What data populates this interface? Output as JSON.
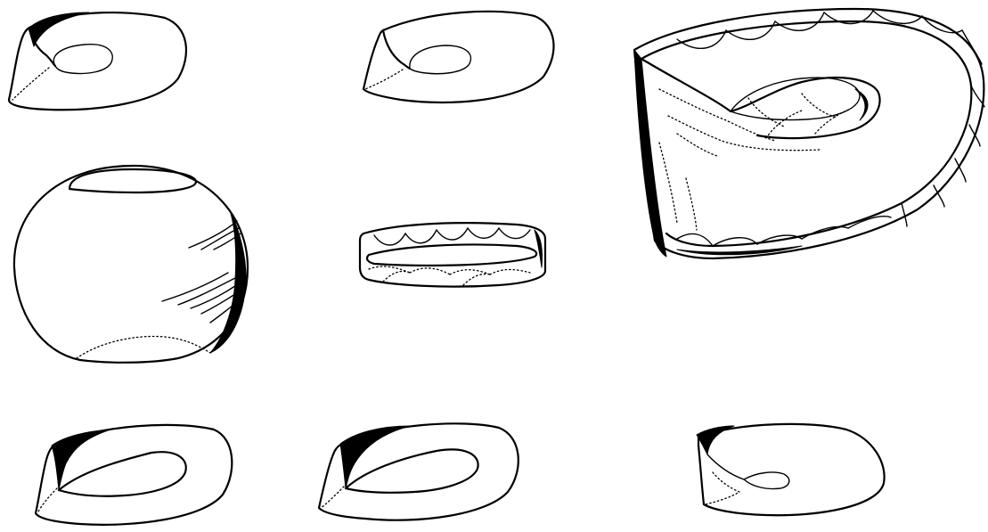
{
  "figures": [
    {
      "id": "surface-top-left"
    },
    {
      "id": "surface-top-middle"
    },
    {
      "id": "immersion-large-right"
    },
    {
      "id": "sphere-middle-left"
    },
    {
      "id": "band-center"
    },
    {
      "id": "surface-bottom-left"
    },
    {
      "id": "surface-bottom-middle"
    },
    {
      "id": "surface-bottom-right"
    }
  ]
}
